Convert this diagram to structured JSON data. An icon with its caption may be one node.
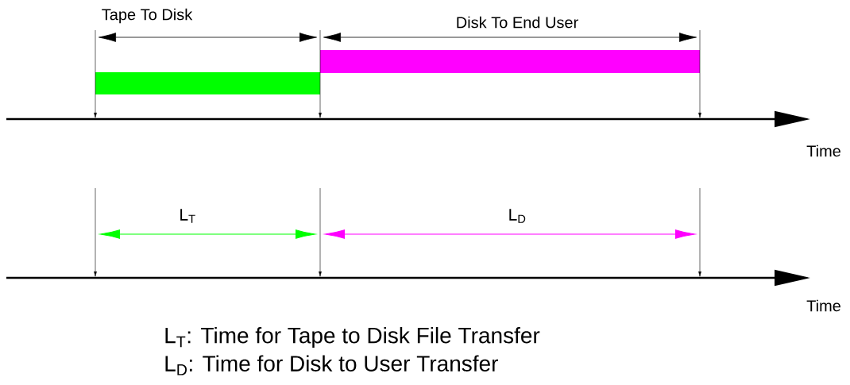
{
  "diagram": {
    "nodes": [
      {
        "text": [],
        "shape": "bar"
      },
      {
        "text": [],
        "shape": "bar"
      }
    ],
    "labels": [
      "Tape To Disk",
      "Disk To End User",
      "Time",
      "L$_{T}$",
      "L$_{D}$",
      "Time",
      "L$_{T}$: Time for Tape to Disk File Transfer",
      "L$_{D}$: Time for Disk to User Transfer"
    ]
  }
}
